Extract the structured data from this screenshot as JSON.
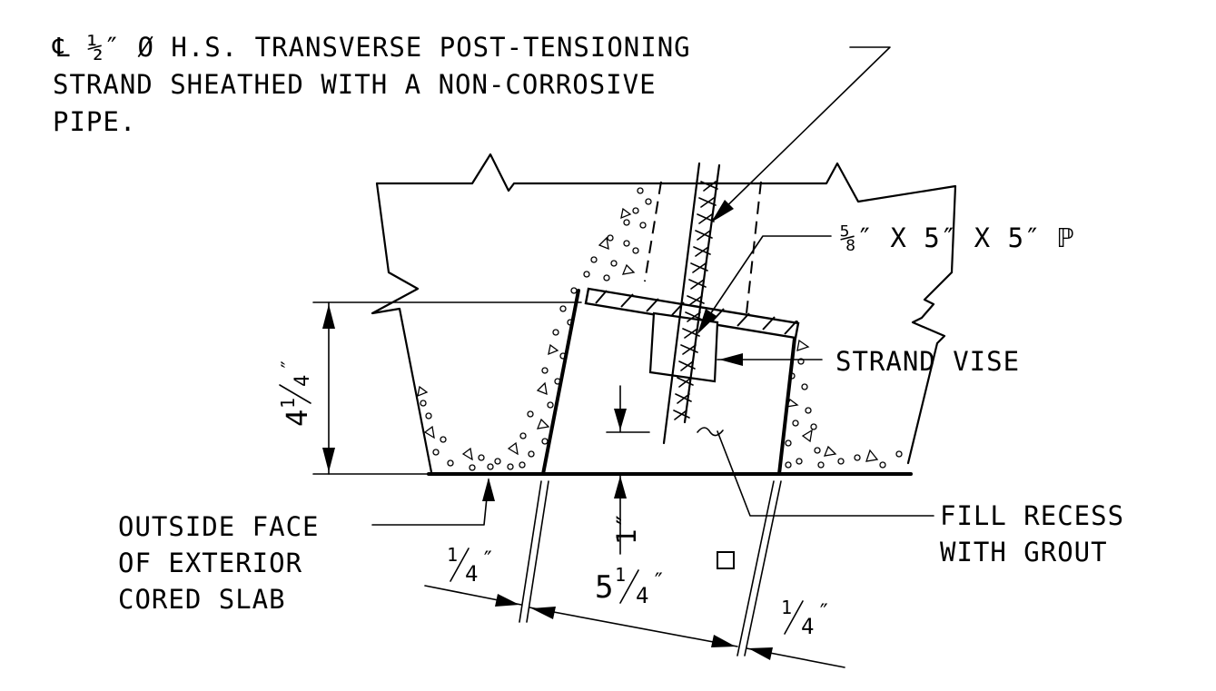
{
  "notes": {
    "strand_line1": "℄ ½″ Ø H.S. TRANSVERSE POST-TENSIONING",
    "strand_line2": "STRAND SHEATHED WITH A NON-CORROSIVE",
    "strand_line3": "PIPE.",
    "plate_label": "⅝″ X 5″ X 5″ ℙ",
    "vise_label": "STRAND VISE",
    "grout_line1": "FILL RECESS",
    "grout_line2": "WITH GROUT",
    "face_line1": "OUTSIDE FACE",
    "face_line2": "OF EXTERIOR",
    "face_line3": "CORED SLAB"
  },
  "dimensions": {
    "depth_whole": "4",
    "depth_num": "1",
    "depth_den": "4",
    "depth_unit": "″",
    "width_whole": "5",
    "width_num": "1",
    "width_den": "4",
    "width_unit": "″",
    "left_gap_num": "1",
    "left_gap_den": "4",
    "left_gap_unit": "″",
    "right_gap_num": "1",
    "right_gap_den": "4",
    "right_gap_unit": "″",
    "strand_end": "1″"
  }
}
